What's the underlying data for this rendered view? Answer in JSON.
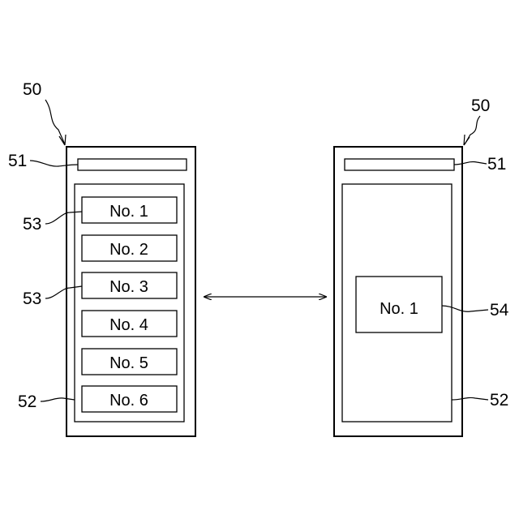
{
  "left_device": {
    "ref_device": "50",
    "ref_header": "51",
    "ref_list_item_a": "53",
    "ref_list_item_b": "53",
    "ref_list_area": "52",
    "items": [
      "No. 1",
      "No. 2",
      "No. 3",
      "No. 4",
      "No. 5",
      "No. 6"
    ]
  },
  "right_device": {
    "ref_device": "50",
    "ref_header": "51",
    "ref_detail": "54",
    "ref_content_area": "52",
    "detail_label": "No. 1"
  }
}
